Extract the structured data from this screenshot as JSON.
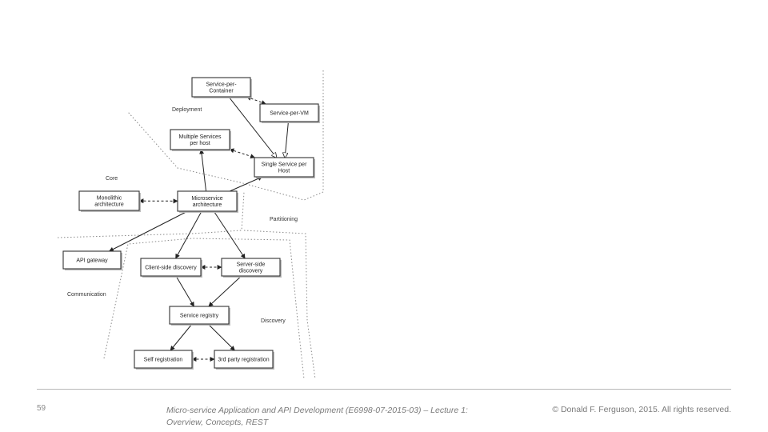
{
  "diagram": {
    "regions": [
      {
        "id": "deployment",
        "label": "Deployment"
      },
      {
        "id": "core",
        "label": "Core"
      },
      {
        "id": "partitioning",
        "label": "Partitioning"
      },
      {
        "id": "communication",
        "label": "Communication"
      },
      {
        "id": "discovery",
        "label": "Discovery"
      }
    ],
    "nodes": [
      {
        "id": "service-per-container",
        "lines": [
          "Service-per-",
          "Container"
        ]
      },
      {
        "id": "service-per-vm",
        "lines": [
          "Service-per-VM"
        ]
      },
      {
        "id": "multiple-services-per-host",
        "lines": [
          "Multiple Services",
          "per host"
        ]
      },
      {
        "id": "single-service-per-host",
        "lines": [
          "Single Service per",
          "Host"
        ]
      },
      {
        "id": "monolithic-architecture",
        "lines": [
          "Monolithic",
          "architecture"
        ]
      },
      {
        "id": "microservice-architecture",
        "lines": [
          "Microservice",
          "architecture"
        ]
      },
      {
        "id": "api-gateway",
        "lines": [
          "API gateway"
        ]
      },
      {
        "id": "client-side-discovery",
        "lines": [
          "Client-side discovery"
        ]
      },
      {
        "id": "server-side-discovery",
        "lines": [
          "Server-side",
          "discovery"
        ]
      },
      {
        "id": "service-registry",
        "lines": [
          "Service registry"
        ]
      },
      {
        "id": "self-registration",
        "lines": [
          "Self registration"
        ]
      },
      {
        "id": "third-party-registration",
        "lines": [
          "3rd party registration"
        ]
      }
    ],
    "edges": [
      {
        "from": "service-per-container",
        "to": "single-service-per-host",
        "style": "solid",
        "head": "open-triangle"
      },
      {
        "from": "service-per-vm",
        "to": "single-service-per-host",
        "style": "solid",
        "head": "open-triangle"
      },
      {
        "from": "service-per-container",
        "to": "service-per-vm",
        "style": "dashed",
        "head": "arrow-both"
      },
      {
        "from": "multiple-services-per-host",
        "to": "single-service-per-host",
        "style": "dashed",
        "head": "arrow-both"
      },
      {
        "from": "microservice-architecture",
        "to": "multiple-services-per-host",
        "style": "solid",
        "head": "arrow"
      },
      {
        "from": "microservice-architecture",
        "to": "single-service-per-host",
        "style": "solid",
        "head": "arrow"
      },
      {
        "from": "monolithic-architecture",
        "to": "microservice-architecture",
        "style": "dashed",
        "head": "arrow-both"
      },
      {
        "from": "microservice-architecture",
        "to": "api-gateway",
        "style": "solid",
        "head": "arrow"
      },
      {
        "from": "microservice-architecture",
        "to": "client-side-discovery",
        "style": "solid",
        "head": "arrow"
      },
      {
        "from": "microservice-architecture",
        "to": "server-side-discovery",
        "style": "solid",
        "head": "arrow"
      },
      {
        "from": "client-side-discovery",
        "to": "server-side-discovery",
        "style": "dashed",
        "head": "arrow-both"
      },
      {
        "from": "client-side-discovery",
        "to": "service-registry",
        "style": "solid",
        "head": "arrow"
      },
      {
        "from": "server-side-discovery",
        "to": "service-registry",
        "style": "solid",
        "head": "arrow"
      },
      {
        "from": "service-registry",
        "to": "self-registration",
        "style": "solid",
        "head": "arrow"
      },
      {
        "from": "service-registry",
        "to": "third-party-registration",
        "style": "solid",
        "head": "arrow"
      },
      {
        "from": "self-registration",
        "to": "third-party-registration",
        "style": "dashed",
        "head": "arrow-both"
      }
    ]
  },
  "footer": {
    "slide_number": "59",
    "course_title": "Micro-service Application and API Development (E6998-07-2015-03) – Lecture 1: Overview, Concepts, REST",
    "copyright": "© Donald F. Ferguson, 2015. All rights reserved."
  }
}
